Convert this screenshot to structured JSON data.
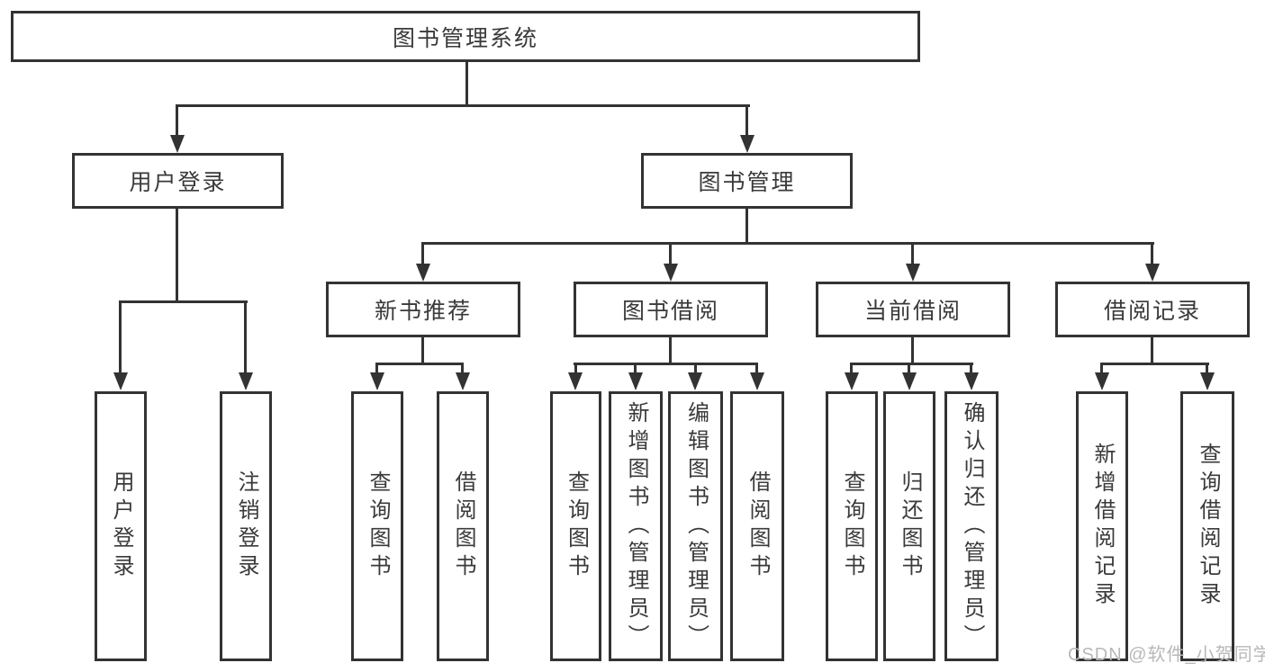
{
  "watermark": "CSDN @软件_小贺同学",
  "colors": {
    "line": "#333333",
    "text": "#3a3a3a",
    "background": "#ffffff",
    "watermark": "#b8b8b8"
  },
  "tree": {
    "label": "图书管理系统",
    "children": [
      {
        "label": "用户登录",
        "children": [
          {
            "label": "用户登录"
          },
          {
            "label": "注销登录"
          }
        ]
      },
      {
        "label": "图书管理",
        "children": [
          {
            "label": "新书推荐",
            "children": [
              {
                "label": "查询图书"
              },
              {
                "label": "借阅图书"
              }
            ]
          },
          {
            "label": "图书借阅",
            "children": [
              {
                "label": "查询图书"
              },
              {
                "label": "新增图书（管理员）"
              },
              {
                "label": "编辑图书（管理员）"
              },
              {
                "label": "借阅图书"
              }
            ]
          },
          {
            "label": "当前借阅",
            "children": [
              {
                "label": "查询图书"
              },
              {
                "label": "归还图书"
              },
              {
                "label": "确认归还（管理员）"
              }
            ]
          },
          {
            "label": "借阅记录",
            "children": [
              {
                "label": "新增借阅记录"
              },
              {
                "label": "查询借阅记录"
              }
            ]
          }
        ]
      }
    ]
  }
}
